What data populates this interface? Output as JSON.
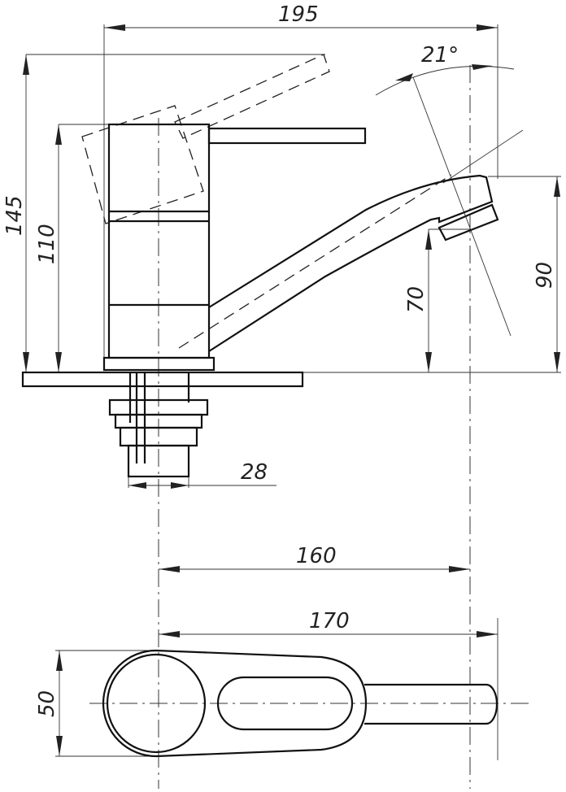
{
  "dimensions": {
    "overall_width": "195",
    "overall_height": "145",
    "body_height": "110",
    "lever_angle": "21°",
    "spout_outlet_height": "70",
    "spout_top_height": "90",
    "thread_diameter": "28",
    "spout_reach": "160",
    "total_reach": "170",
    "body_width": "50"
  }
}
